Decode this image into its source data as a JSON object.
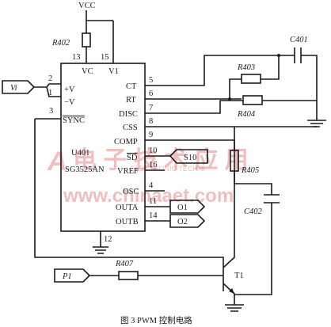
{
  "vcc": "VCC",
  "chip": {
    "ref": "U401",
    "part": "SG3525AN",
    "pins": {
      "p13": "13",
      "p15": "15",
      "p2": "2",
      "p1": "1",
      "p3": "3",
      "p5": "5",
      "p6": "6",
      "p7": "7",
      "p8": "8",
      "p9": "9",
      "p10": "10",
      "p16": "16",
      "p4": "4",
      "p11": "11",
      "p14": "14",
      "p12": "12"
    },
    "labels": {
      "vc": "VC",
      "v1": "V1",
      "plus_v": "+V",
      "minus_v": "−V",
      "sync": "SYNC",
      "ct": "CT",
      "rt": "RT",
      "disc": "DISC",
      "css": "CSS",
      "comp": "COMP",
      "sd": "SD",
      "vref": "VREF",
      "osc": "OSC",
      "outa": "OUTA",
      "outb": "OUTB"
    }
  },
  "components": {
    "r402": "R402",
    "r403": "R403",
    "r404": "R404",
    "r405": "R405",
    "r407": "R407",
    "c401": "C401",
    "c402": "C402",
    "t1": "T1"
  },
  "ports": {
    "vi": "Vi",
    "p1": "P1",
    "s10": "S10",
    "o1": "O1",
    "o2": "O2"
  },
  "watermark": {
    "url": "www.chinaaet.com",
    "text": "ELECTRONIC TECHNI"
  },
  "caption": "图 3 PWM 控制电路"
}
